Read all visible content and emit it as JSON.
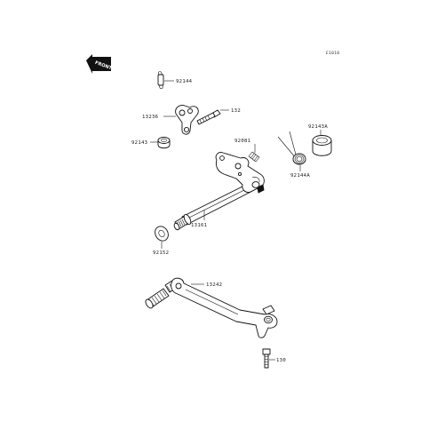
{
  "diagram": {
    "ref_code": "E1010",
    "front_label": "FRONT",
    "parts": {
      "p92144": "92144",
      "p13236": "13236",
      "p132": "132",
      "p92143": "92143",
      "p92081": "92081",
      "p92143a": "92143A",
      "p92144a": "92144A",
      "p13161": "13161",
      "p92152": "92152",
      "p13242": "13242",
      "p130": "130"
    }
  }
}
